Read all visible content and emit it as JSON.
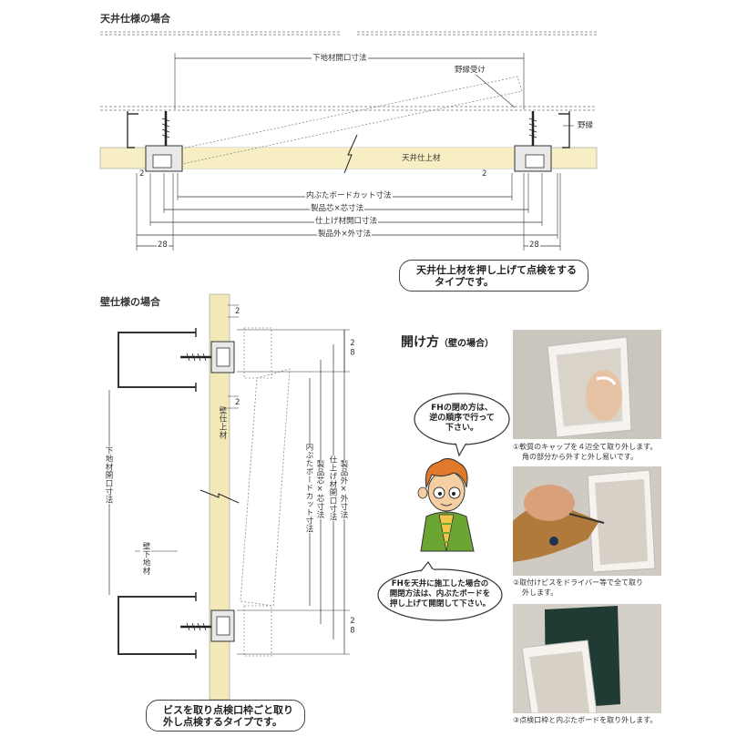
{
  "ceiling": {
    "title": "天井仕様の場合",
    "dims": {
      "shita_chizai": "下地材開口寸法",
      "nobuchi_uke": "野縁受け",
      "nobuchi": "野縁",
      "finish": "天井仕上材",
      "uchibuta_board": "内ぶたボードカット寸法",
      "core": "製品芯×芯寸法",
      "finish_opening": "仕上げ材開口寸法",
      "outer": "製品外×外寸法",
      "d28_left": "28",
      "d28_right": "28",
      "d2_left": "2",
      "d2_right": "2"
    },
    "note_line1": "天井仕上材を押し上げて点検をする",
    "note_line2": "タイプです。"
  },
  "wall": {
    "title": "壁仕様の場合",
    "labels": {
      "wall_finish": "壁仕上材",
      "wall_base": "壁下地材",
      "shita_opening": "下地材開口寸法",
      "uchibuta_board": "内ぶたボードカット寸法",
      "core": "製品芯×芯寸法",
      "finish_opening": "仕上げ材開口寸法",
      "outer": "製品外×外寸法",
      "d2_top": "2",
      "d2_mid": "2",
      "d28_top": "28",
      "d28_bottom": "28"
    },
    "note_line1": "ビスを取り点検口枠ごと取り",
    "note_line2": "外し点検するタイプです。"
  },
  "open": {
    "title": "開け方",
    "title_sub": "（壁の場合）",
    "bubble1": [
      "FHの閉め方は、",
      "逆の順序で行って",
      "下さい。"
    ],
    "bubble2": [
      "FHを天井に施工した場合の",
      "開閉方法は、内ぶたボードを",
      "押し上げて開閉して下さい。"
    ],
    "steps": [
      {
        "cap1": "①軟質のキャップを４辺全て取り外します。",
        "cap2": "角の部分から外すと外し易いです。"
      },
      {
        "cap1": "②取付けビスをドライバー等で全て取り",
        "cap2": "外します。"
      },
      {
        "cap1": "③点検口枠と内ぶたボードを取り外します。",
        "cap2": ""
      }
    ]
  },
  "colors": {
    "finish_board": "#f7efc3",
    "wall_board": "#f3e9b8",
    "photo_wall": "#cbc6bd",
    "dark_panel": "#1f3b33"
  }
}
